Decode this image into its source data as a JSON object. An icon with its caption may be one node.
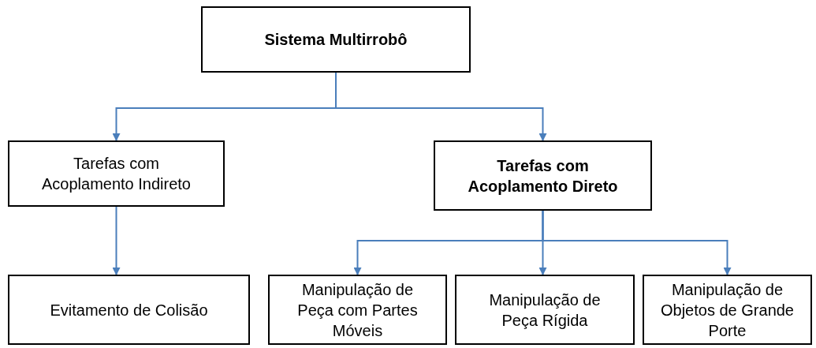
{
  "diagram": {
    "nodes": [
      {
        "text": [
          "Sistema Multirrobô"
        ]
      },
      {
        "text": [
          "Tarefas com Acoplamento Indireto"
        ]
      },
      {
        "text": [
          "Tarefas com Acoplamento Direto"
        ]
      },
      {
        "text": [
          "Evitamento de Colisão"
        ]
      },
      {
        "text": [
          "Manipulação de Peça com Partes Móveis"
        ]
      },
      {
        "text": [
          "Manipulação de Peça Rígida"
        ]
      },
      {
        "text": [
          "Manipulação de Objetos de Grande Porte"
        ]
      }
    ],
    "edges": [
      {
        "from": 0,
        "to": 1,
        "arrow": "to"
      },
      {
        "from": 0,
        "to": 2,
        "arrow": "to"
      },
      {
        "from": 1,
        "to": 3,
        "arrow": "to"
      },
      {
        "from": 2,
        "to": 4,
        "arrow": "to"
      },
      {
        "from": 2,
        "to": 5,
        "arrow": "to"
      },
      {
        "from": 2,
        "to": 6,
        "arrow": "to"
      }
    ]
  }
}
